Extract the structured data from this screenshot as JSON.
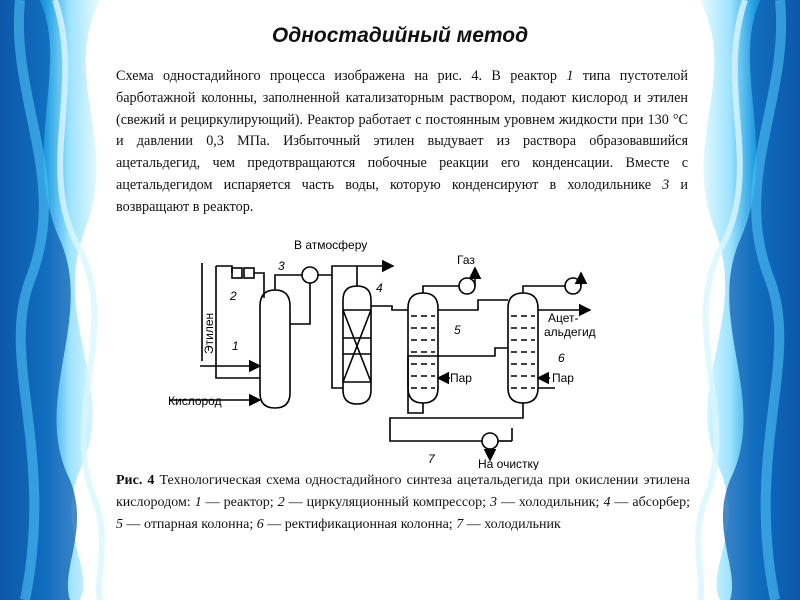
{
  "slide": {
    "title": "Одностадийный метод",
    "intro": {
      "before_1": "Схема одностадийного процесса изображена на рис. 4. В реактор ",
      "num_1": "1",
      "after_1": " типа пустотелой барботажной колонны, заполненной катализаторным раствором, подают кислород и этилен (свежий и рециркулирующий). Реактор работает с постоянным уровнем жидкости при 130 °С и давлении 0,3 МПа. Избыточный этилен выдувает из раствора образовавшийся ацетальдегид, чем предотвращаются побочные реакции его конденсации. Вместе с ацетальдегидом испаряется часть воды, которую конденсируют в холодильнике ",
      "num_3": "3",
      "after_3": " и возвращают в реактор."
    }
  },
  "scheme": {
    "labels": {
      "atmosphere": "В атмосферу",
      "gas": "Газ",
      "ethylene": "Этилен",
      "oxygen": "Кислород",
      "steam_1": "Пар",
      "steam_2": "Пар",
      "acetaldehyde_1": "Ацет-",
      "acetaldehyde_2": "альдегид",
      "to_treatment": "На очистку"
    },
    "numbers": {
      "n1": "1",
      "n2": "2",
      "n3": "3",
      "n4": "4",
      "n5": "5",
      "n6": "6",
      "n7": "7"
    }
  },
  "caption": {
    "fig_label": "Рис. 4",
    "title_text": " Технологическая схема одностадийного синтеза ацетальдегида при окислении этилена кислородом: ",
    "items": [
      {
        "num": "1",
        "text": " — реактор; "
      },
      {
        "num": "2",
        "text": " — циркуляционный компрессор; "
      },
      {
        "num": "3",
        "text": " — холодильник; "
      },
      {
        "num": "4",
        "text": " — абсорбер; "
      },
      {
        "num": "5",
        "text": " — отпарная колонна; "
      },
      {
        "num": "6",
        "text": " — ректификационная колонна; "
      },
      {
        "num": "7",
        "text": " — холодильник"
      }
    ]
  }
}
